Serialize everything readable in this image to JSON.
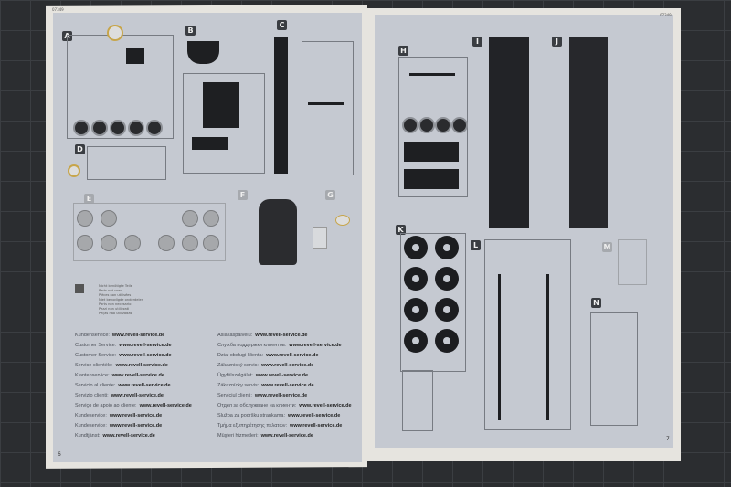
{
  "booklet": {
    "code_left": "07349",
    "code_right": "07349",
    "page_left": "6",
    "page_right": "7"
  },
  "sprue_labels": [
    "A",
    "B",
    "C",
    "D",
    "E",
    "F",
    "G",
    "H",
    "I",
    "J",
    "K",
    "L",
    "M",
    "N"
  ],
  "legend": {
    "lines": [
      "Nicht benötigte Teile",
      "Parts not used",
      "Pièces non utilisées",
      "Niet benodigde onderdelen",
      "Parts non necesario",
      "Pezzi non utilizzati",
      "Peças não utilizadas"
    ]
  },
  "service": {
    "url": "www.revell-service.de",
    "left": [
      "Kundenservice:",
      "Customer Service:",
      "Customer Service:",
      "Service clientèle:",
      "Klantenservice:",
      "Servicio al cliente:",
      "Servizio clienti:",
      "Serviço de apoio ao cliente:",
      "Kundeservice:",
      "Kundeservice:",
      "Kundtjänst:"
    ],
    "right": [
      "Asiakaspalvelu:",
      "Служба поддержки клиентов:",
      "Dział obsługi klienta:",
      "Zákaznický servis:",
      "Ügyfélszolgálat:",
      "Zákaznícky servis:",
      "Serviciul clienți:",
      "Отдел за обслужване на клиенти:",
      "Služba za podršku strankama:",
      "Τμήμα εξυπηρέτησης πελατών:",
      "Müşteri hizmetleri:"
    ]
  }
}
